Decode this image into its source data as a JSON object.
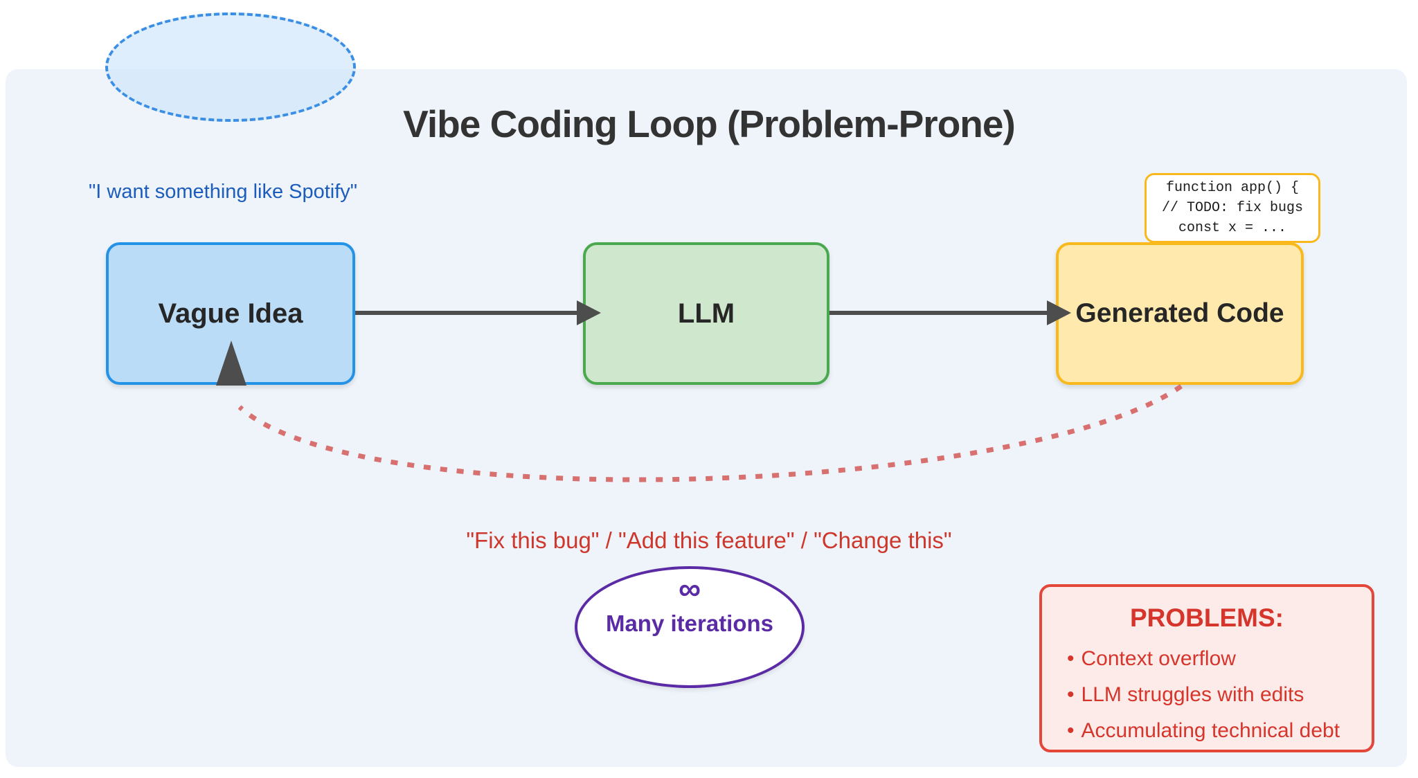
{
  "title": "Vibe Coding Loop (Problem-Prone)",
  "annotations": {
    "user_prompt": "\"I want something like Spotify\"",
    "iteration_prompts": "\"Fix this bug\" / \"Add this feature\" / \"Change this\""
  },
  "nodes": {
    "vague_idea": {
      "label": "Vague Idea"
    },
    "llm": {
      "label": "LLM"
    },
    "generated_code": {
      "label": "Generated Code"
    }
  },
  "code_snippet": {
    "lines": [
      "function app() {",
      "// TODO: fix bugs",
      "const x = ..."
    ]
  },
  "iterations": {
    "symbol": "∞",
    "label": "Many iterations"
  },
  "problems": {
    "title": "PROBLEMS:",
    "bullet": "•",
    "items": [
      "Context overflow",
      "LLM struggles with edits",
      "Accumulating technical debt"
    ]
  },
  "colors": {
    "panel_bg": "#eef4f9",
    "cloud_border": "#3a8ee4",
    "node_blue_bg": "#badcf7",
    "node_blue_border": "#2492e6",
    "node_green_bg": "#cfe7cd",
    "node_green_border": "#4aa84f",
    "node_yellow_bg": "#ffe9ad",
    "node_yellow_border": "#f9b91c",
    "arrow_gray": "#4d4d4d",
    "feedback_red": "#d97070",
    "prompt_blue": "#1b5cbd",
    "prompt_red": "#ce372c",
    "iterations_purple": "#5b2aa5",
    "problems_border": "#e2473a",
    "problems_bg": "#fcebe9",
    "problems_text": "#d6352b",
    "title_text": "#333333"
  }
}
